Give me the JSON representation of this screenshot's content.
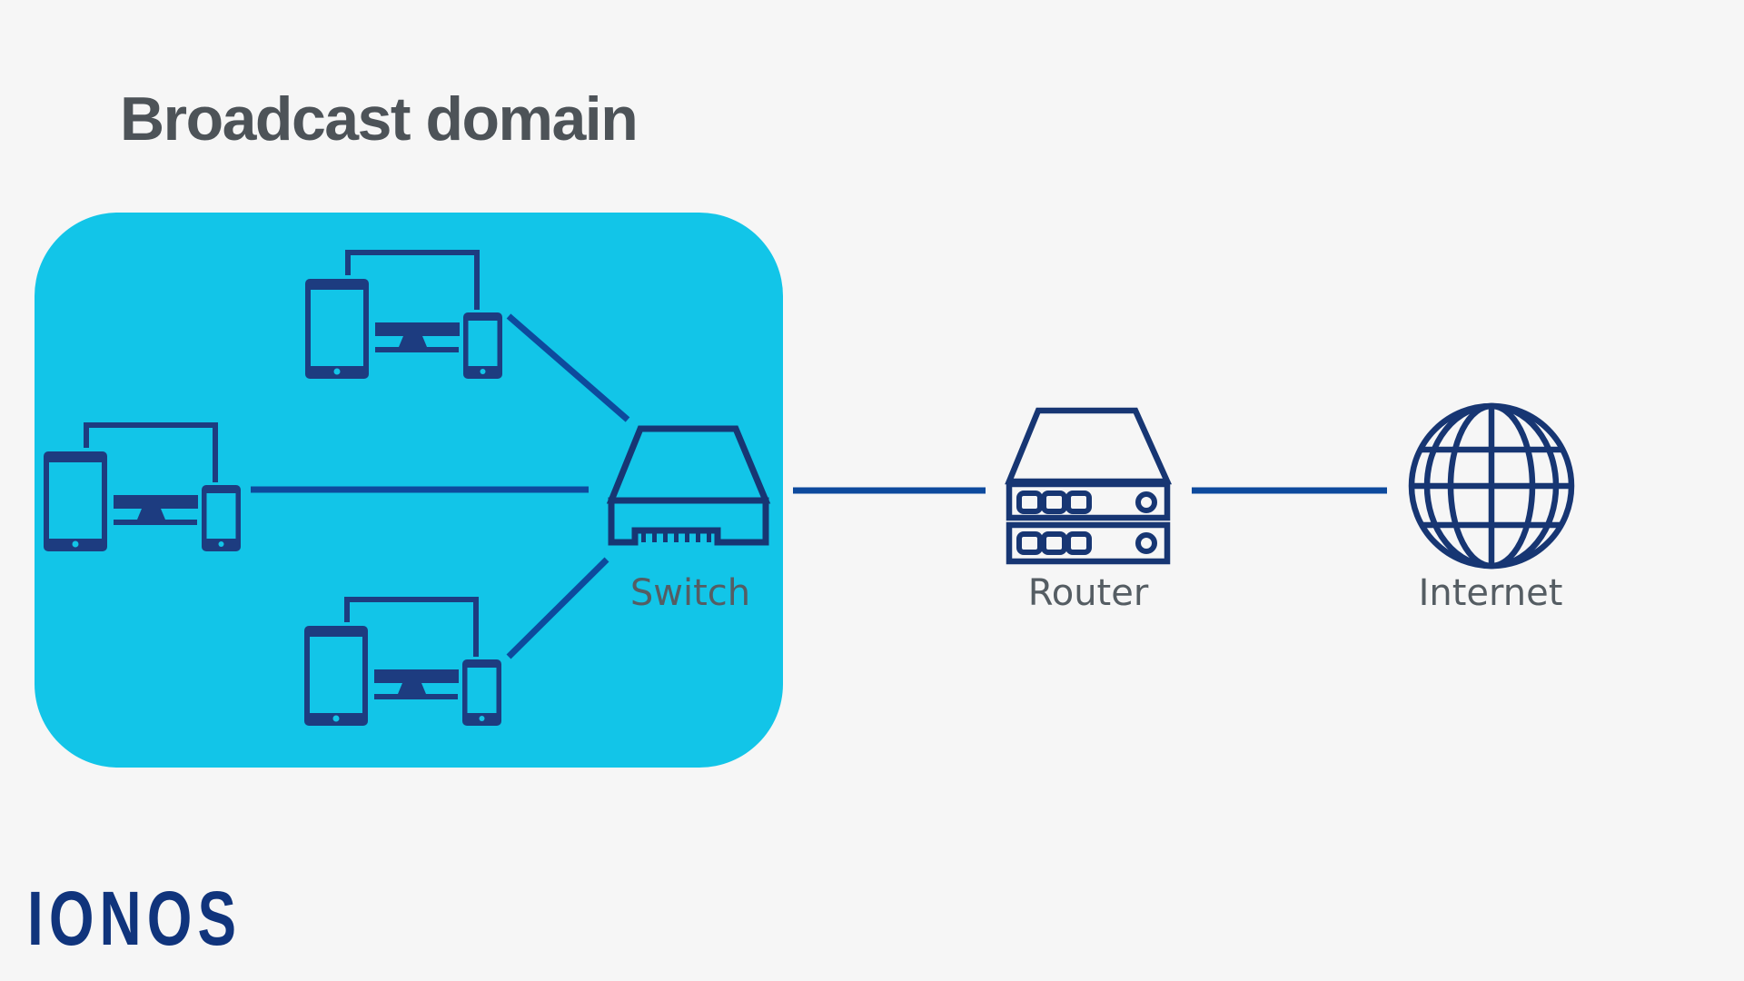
{
  "title": "Broadcast domain",
  "brand": {
    "logo_text": "IONOS"
  },
  "labels": {
    "switch": "Switch",
    "router": "Router",
    "internet": "Internet"
  },
  "diagram": {
    "broadcast_domain_area": "cyan rounded rectangle enclosing three device groups and the switch",
    "device_groups": [
      {
        "position": "top",
        "devices": [
          "tablet",
          "monitor",
          "smartphone"
        ]
      },
      {
        "position": "middle-left",
        "devices": [
          "tablet",
          "monitor",
          "smartphone"
        ]
      },
      {
        "position": "bottom",
        "devices": [
          "tablet",
          "monitor",
          "smartphone"
        ]
      }
    ],
    "connections": [
      {
        "from": "device-group-top",
        "to": "switch"
      },
      {
        "from": "device-group-middle-left",
        "to": "switch"
      },
      {
        "from": "device-group-bottom",
        "to": "switch"
      },
      {
        "from": "switch",
        "to": "router"
      },
      {
        "from": "router",
        "to": "internet"
      }
    ],
    "icons": {
      "switch": "switch-box-icon",
      "router": "router-rack-icon",
      "internet": "globe-icon",
      "devices": [
        "tablet-icon",
        "monitor-icon",
        "smartphone-icon"
      ]
    }
  },
  "colors": {
    "background": "#f6f6f6",
    "broadcast_domain_fill": "#12c5e8",
    "device_navy": "#1d3c80",
    "outline_navy": "#173673",
    "connector_blue": "#0d4a9d",
    "title_gray": "#4d5358",
    "label_gray": "#555d63",
    "logo_navy": "#10347c"
  }
}
